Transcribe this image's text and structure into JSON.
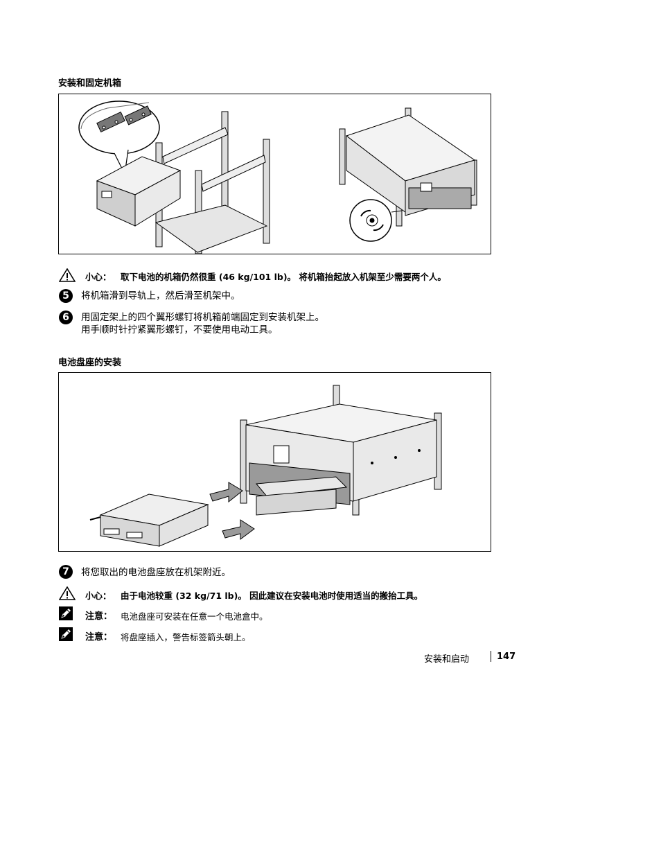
{
  "section1": {
    "heading": "安装和固定机箱",
    "caution_label": "小心：",
    "caution_text": "取下电池的机箱仍然很重 (46 kg/101 lb)。 将机箱抬起放入机架至少需要两个人。"
  },
  "steps": {
    "s5": {
      "num": "5",
      "text": "将机箱滑到导轨上，然后滑至机架中。"
    },
    "s6": {
      "num": "6",
      "line1": "用固定架上的四个翼形螺钉将机箱前端固定到安装机架上。",
      "line2": "用手顺时针拧紧翼形螺钉，不要使用电动工具。"
    },
    "s7": {
      "num": "7",
      "text": "将您取出的电池盘座放在机架附近。"
    }
  },
  "section2": {
    "heading": "电池盘座的安装",
    "caution_label": "小心：",
    "caution_text": "由于电池较重 (32 kg/71 lb)。 因此建议在安装电池时使用适当的搬抬工具。",
    "note1_label": "注意：",
    "note1_text": "电池盘座可安装在任意一个电池盒中。",
    "note2_label": "注意：",
    "note2_text": "将盘座插入，警告标签箭头朝上。"
  },
  "footer": {
    "section": "安装和启动",
    "page": "147"
  },
  "icons": {
    "caution": "warning-triangle-icon",
    "note": "note-pencil-icon"
  }
}
